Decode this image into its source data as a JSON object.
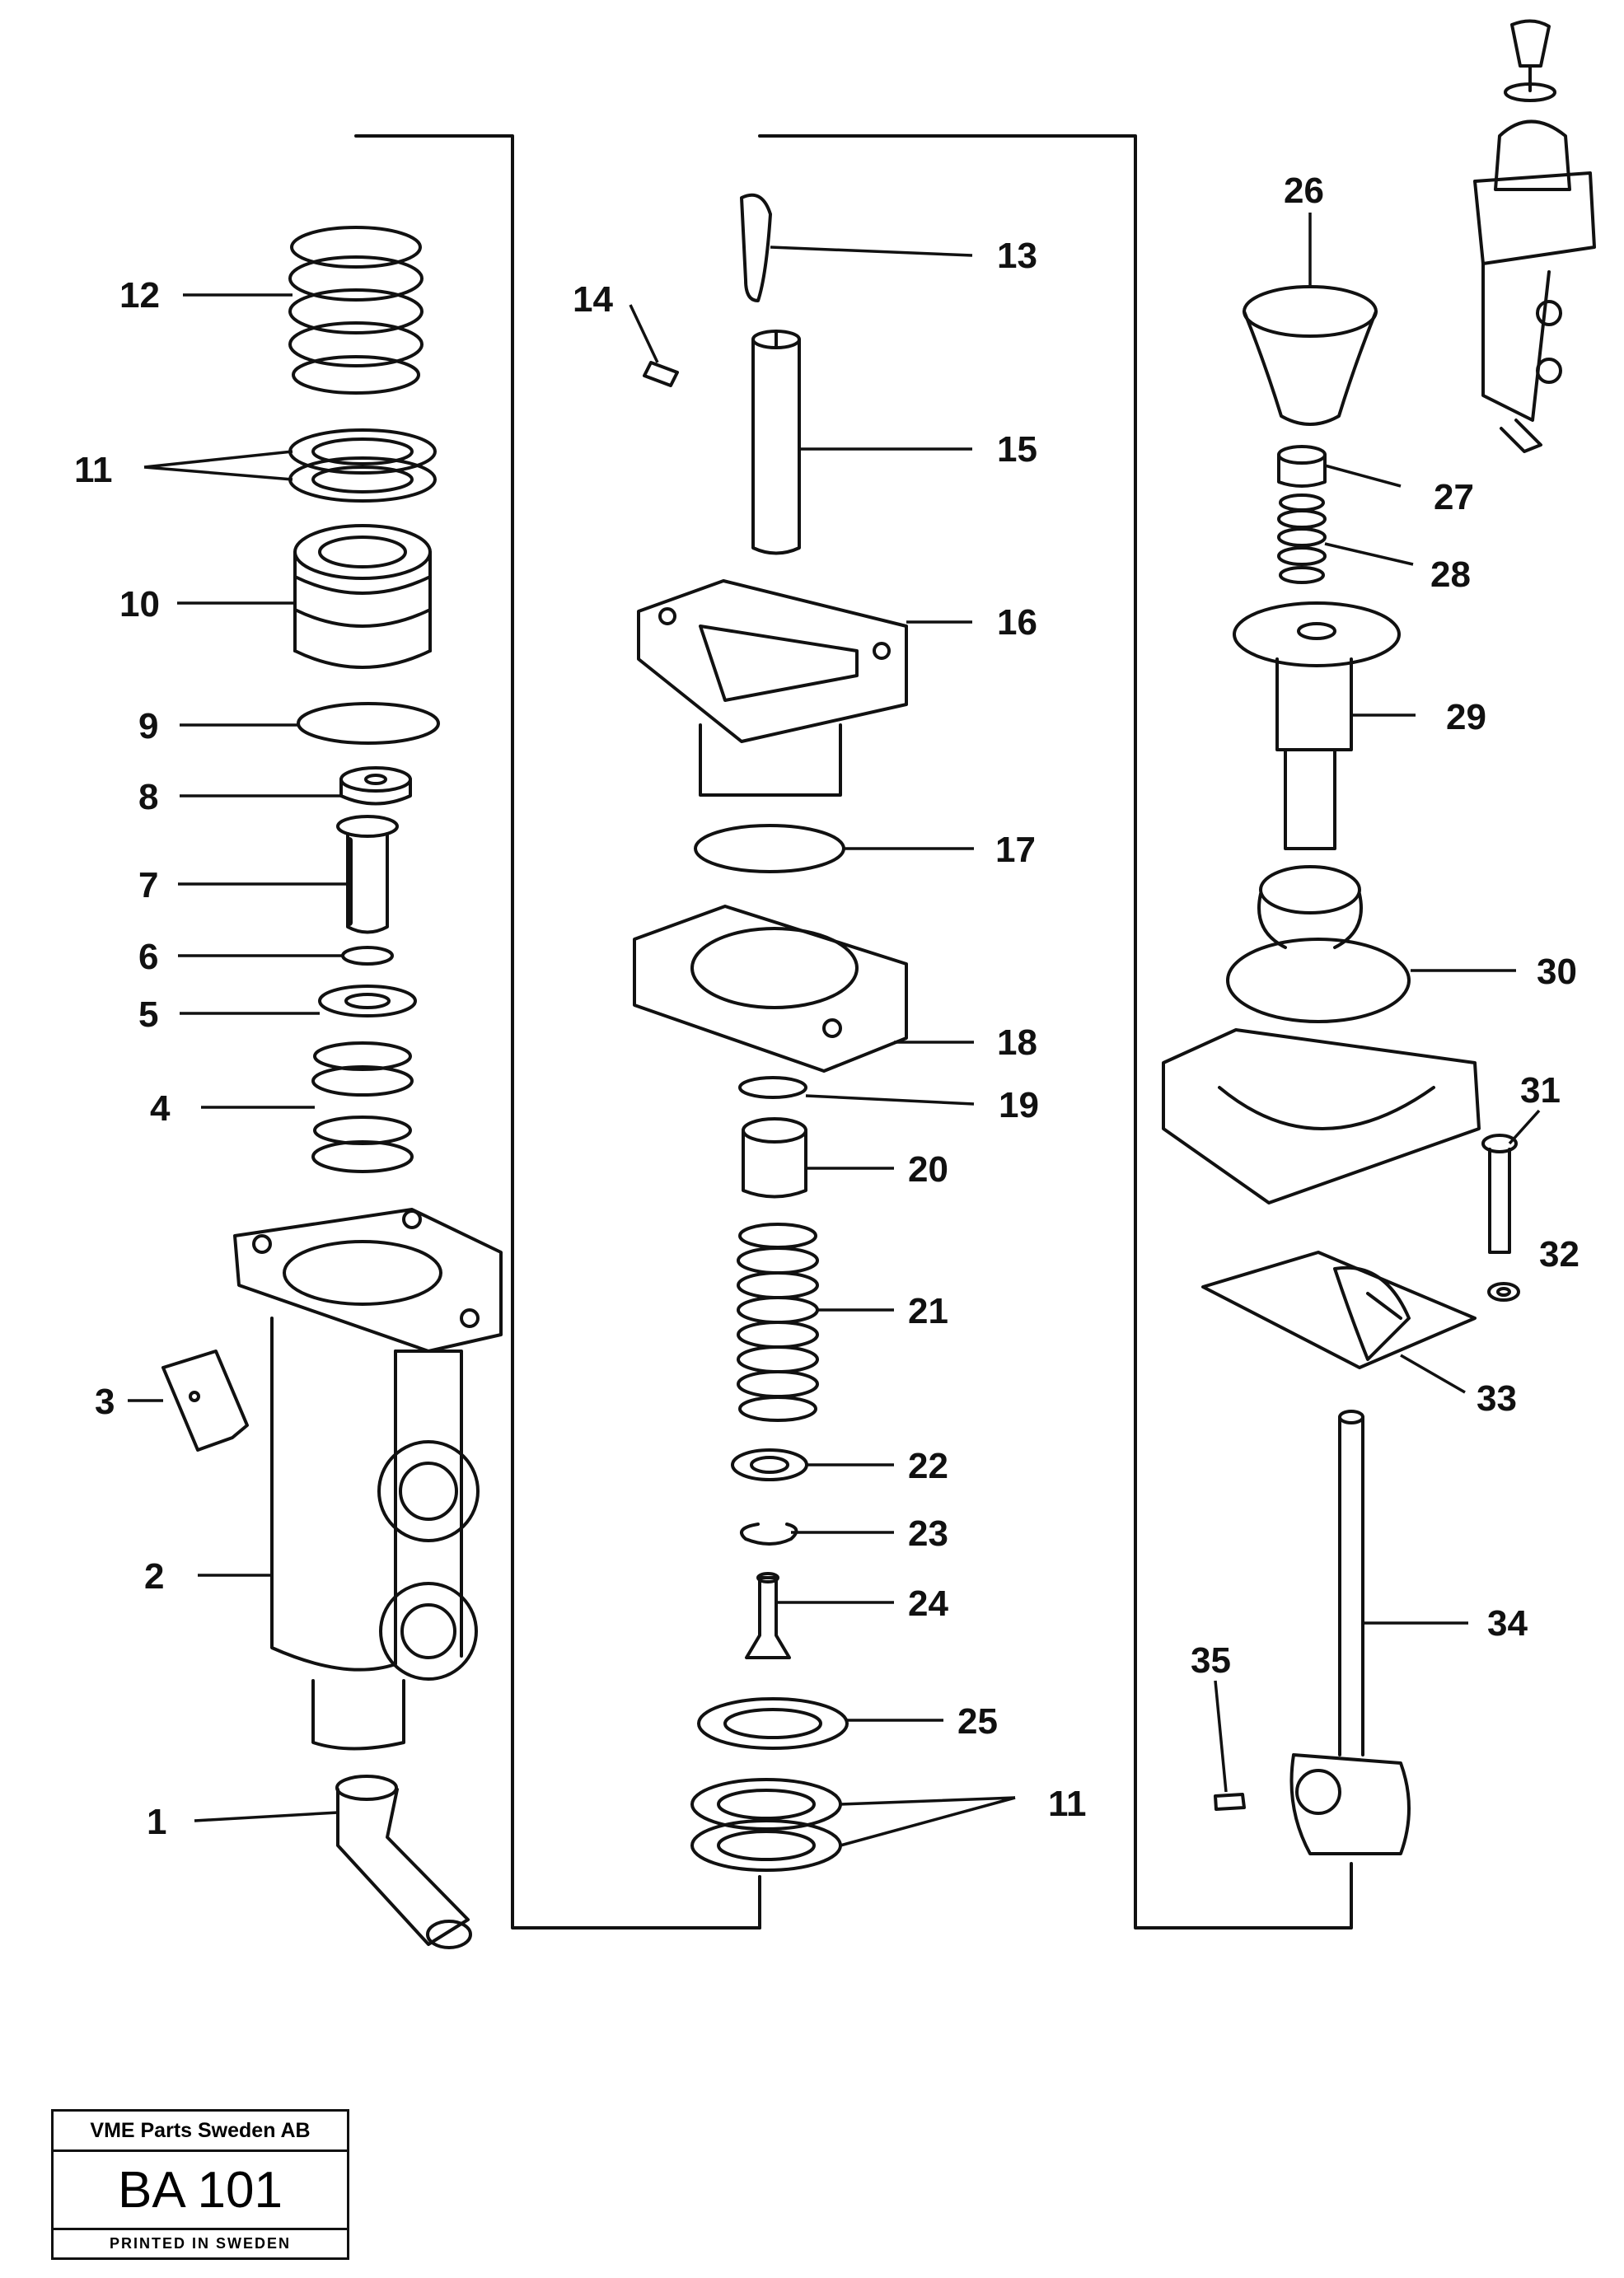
{
  "callouts": {
    "c1": "1",
    "c2": "2",
    "c3": "3",
    "c4": "4",
    "c5": "5",
    "c6": "6",
    "c7": "7",
    "c8": "8",
    "c9": "9",
    "c10": "10",
    "c11a": "11",
    "c12": "12",
    "c13": "13",
    "c14": "14",
    "c15": "15",
    "c16": "16",
    "c17": "17",
    "c18": "18",
    "c19": "19",
    "c20": "20",
    "c21": "21",
    "c22": "22",
    "c23": "23",
    "c24": "24",
    "c25": "25",
    "c11b": "11",
    "c26": "26",
    "c27": "27",
    "c28": "28",
    "c29": "29",
    "c30": "30",
    "c31": "31",
    "c32": "32",
    "c33": "33",
    "c34": "34",
    "c35": "35"
  },
  "stamp": {
    "company": "VME Parts Sweden AB",
    "code": "BA 101",
    "printed": "PRINTED IN SWEDEN"
  },
  "colors": {
    "ink": "#111111",
    "paper": "#ffffff"
  }
}
